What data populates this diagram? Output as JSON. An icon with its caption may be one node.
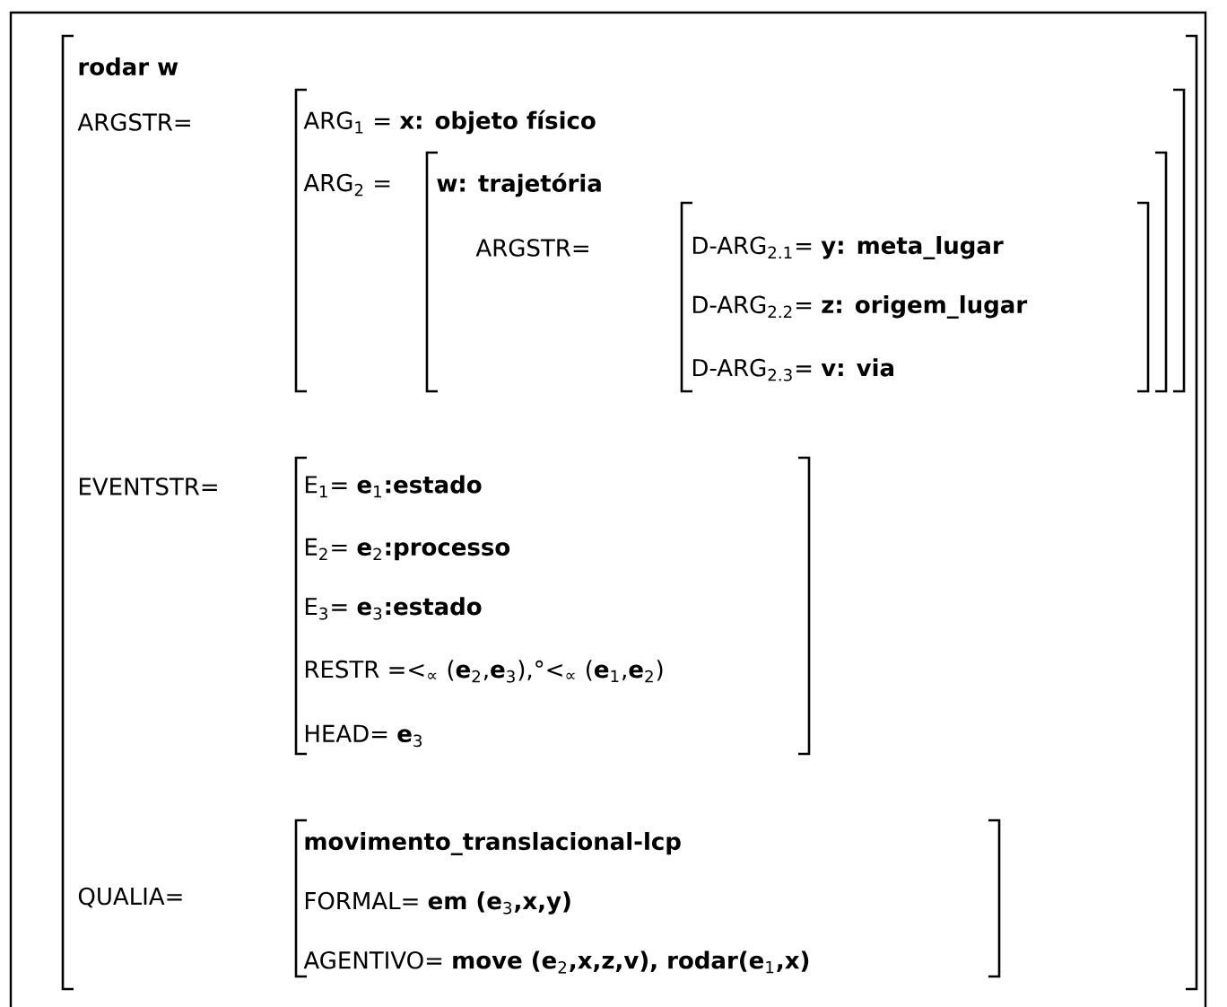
{
  "diagram": {
    "nodes": [
      {
        "text": [
          "rodar w",
          "ARGSTR=",
          "EVENTSTR=",
          "QUALIA="
        ]
      },
      {
        "text": [
          "ARG$_{1}$ = **x: objeto físico**",
          "ARG$_{2}$ ="
        ],
        "in": 0
      },
      {
        "text": [
          "w: trajetória",
          "ARGSTR="
        ],
        "in": 1
      },
      {
        "text": [
          "D-ARG$_{2.1}$= **y: meta_lugar**",
          "D-ARG$_{2.2}$= **z: origem_lugar**",
          "D-ARG$_{2.3}$= **v: via**"
        ],
        "in": 2
      },
      {
        "text": [
          "E$_{1}$= **e**$_{1}$**:estado**",
          "E$_{2}$= **e**$_{2}$**:processo**",
          "E$_{3}$= **e**$_{3}$**:estado**",
          "RESTR =<$_{∝}$ (**e**$_{2}$,**e**$_{3}$),°<$_{∝}$ (**e**$_{1}$,**e**$_{2}$)",
          "HEAD= **e**$_{3}$"
        ],
        "in": 0
      },
      {
        "text": [
          "movimento_translacional-lcp",
          "FORMAL= **em (e**$_{3}$**,x,y)**",
          "AGENTIVO= **move (e**$_{2}$**,x,z,v), rodar(e**$_{1}$**,x)**"
        ],
        "in": 0
      }
    ]
  }
}
